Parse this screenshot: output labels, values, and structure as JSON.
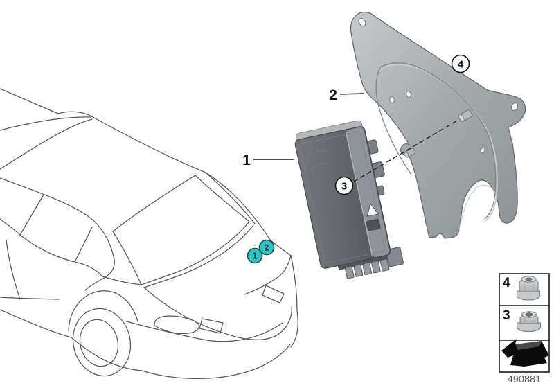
{
  "diagram": {
    "number": "490881",
    "callouts": {
      "module": "1",
      "bracket": "2",
      "nut_lower": "3",
      "nut_upper": "4"
    },
    "location_markers": [
      {
        "label": "1"
      },
      {
        "label": "2"
      }
    ],
    "legend": {
      "cells": [
        {
          "label": "4",
          "icon": "collar-nut-icon"
        },
        {
          "label": "3",
          "icon": "flange-nut-icon"
        },
        {
          "label": "",
          "icon": "installation-direction-arrow-icon"
        }
      ]
    },
    "colors": {
      "marker_fill": "#2fc4c6",
      "marker_stroke": "#15494b",
      "leader_line": "#1a1a1a",
      "car_line": "#55575a",
      "bracket_gray": "#a6abae",
      "module_gray": "#66696d"
    }
  }
}
